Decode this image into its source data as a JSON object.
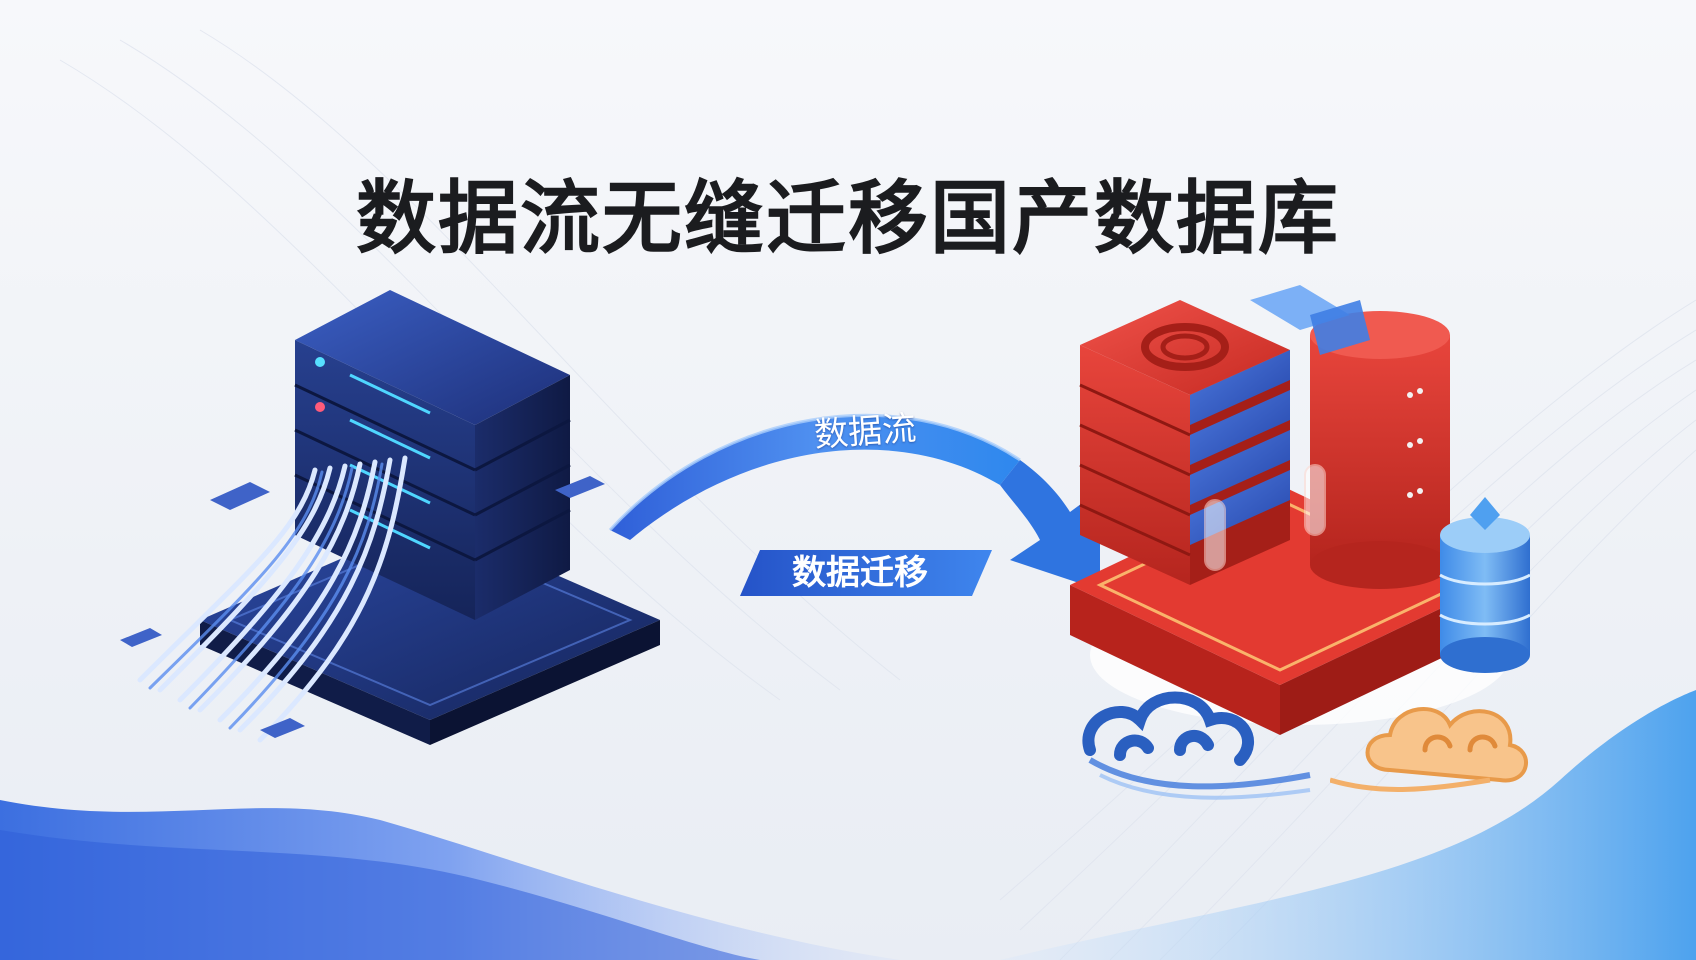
{
  "title": "数据流无缝迁移国产数据库",
  "arrow": {
    "flow_label": "数据流",
    "badge_label": "数据迁移"
  },
  "colors": {
    "source_server": "#1f3a8a",
    "source_accent": "#3fb8e8",
    "target_server": "#d9362b",
    "target_accent": "#2f5fc8",
    "arrow": "#2f7de6",
    "cloud_blue": "#2a5fc0",
    "cloud_orange": "#f0a85a",
    "wave": "#4f8be8"
  },
  "icons": {
    "source": "legacy-server-stack-icon",
    "target": "domestic-database-server-icon",
    "arrow": "curved-migration-arrow-icon",
    "cloud_left": "auspicious-cloud-icon",
    "cloud_right": "auspicious-cloud-icon",
    "cylinder": "database-cylinder-icon"
  }
}
